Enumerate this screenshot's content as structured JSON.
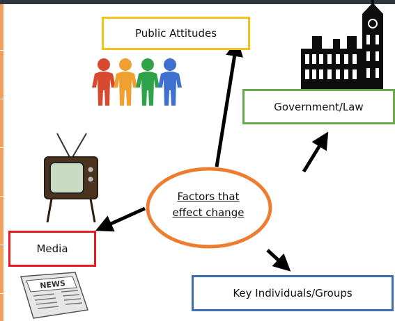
{
  "diagram": {
    "center": {
      "line1": "Factors that",
      "line2": "effect change"
    },
    "boxes": {
      "public_attitudes": "Public Attitudes",
      "government_law": "Government/Law",
      "media": "Media",
      "key_individuals": "Key Individuals/Groups"
    }
  },
  "colors": {
    "topbar": "#2f3640",
    "ellipse_border": "#ed7d31",
    "public_border": "#f5c21b",
    "government_border": "#6aa84f",
    "media_border": "#e8191f",
    "key_border": "#3d6db5",
    "arrow": "#000000"
  },
  "icons": [
    "people-icon",
    "parliament-icon",
    "television-icon",
    "newspaper-icon"
  ]
}
